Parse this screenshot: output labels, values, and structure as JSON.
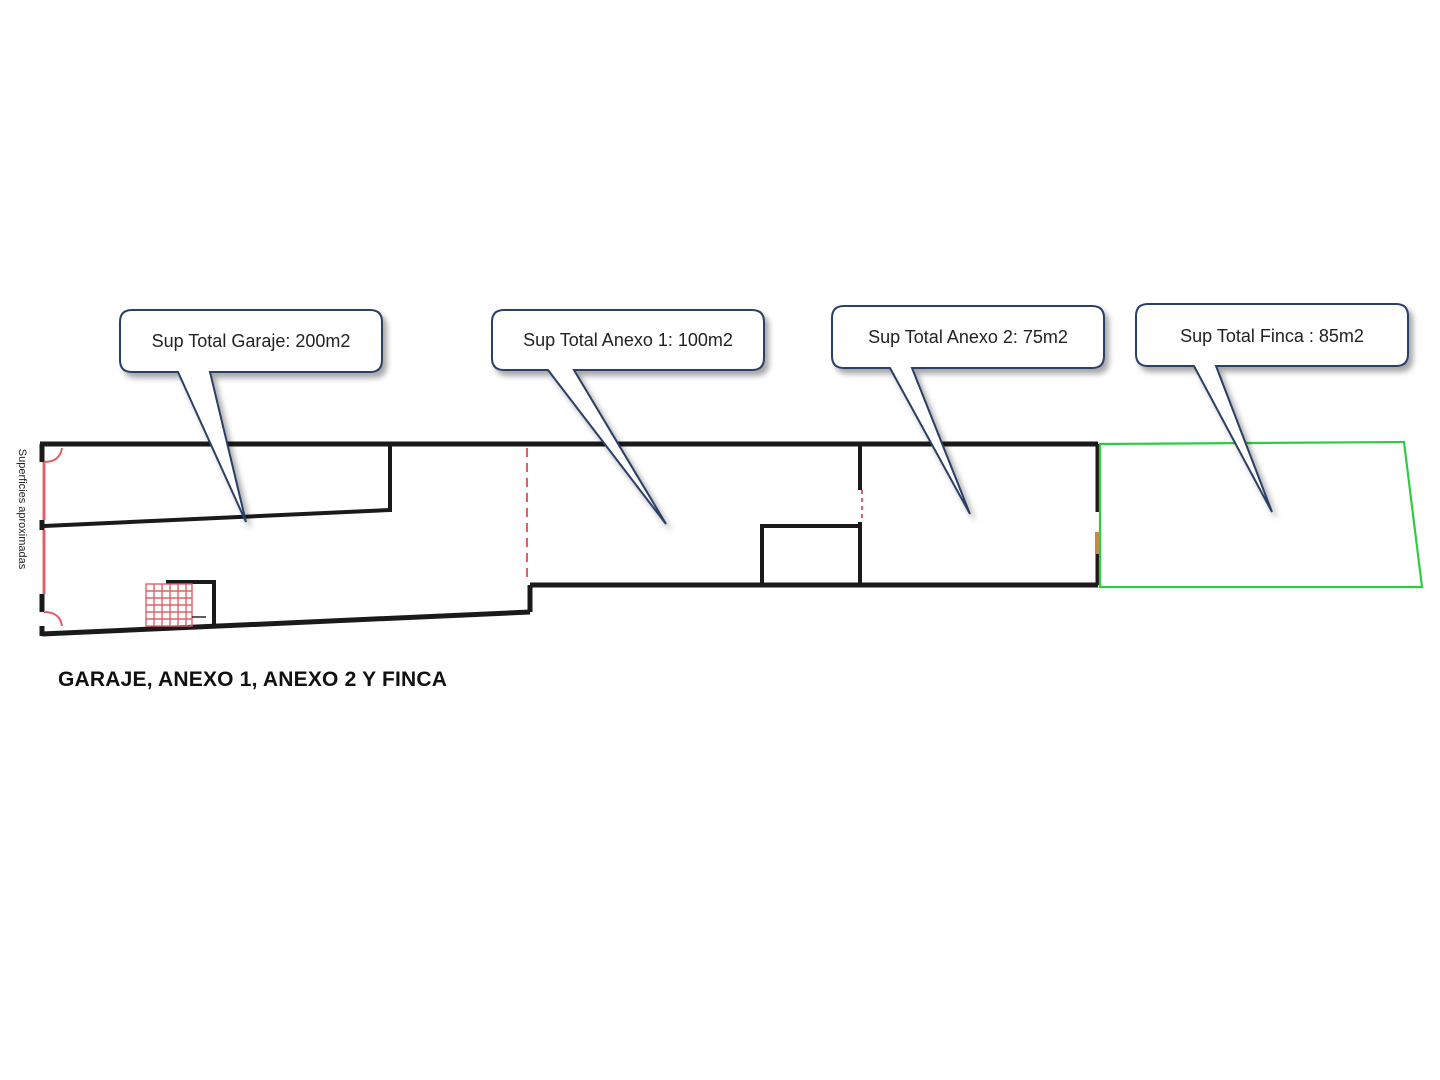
{
  "callouts": {
    "garaje": "Sup Total Garaje: 200m2",
    "anexo1": "Sup Total Anexo 1: 100m2",
    "anexo2": "Sup Total Anexo 2: 75m2",
    "finca": "Sup Total Finca : 85m2"
  },
  "side_note": "Superficies aproximadas",
  "caption": "GARAJE, ANEXO 1, ANEXO 2 Y FINCA",
  "colors": {
    "wall": "#1a1a1a",
    "callout_border": "#2a3f66",
    "callout_fill": "#ffffff",
    "finca_outline": "#2ecc40",
    "door_accent": "#e0606a",
    "stair_grid": "#e0606a"
  }
}
